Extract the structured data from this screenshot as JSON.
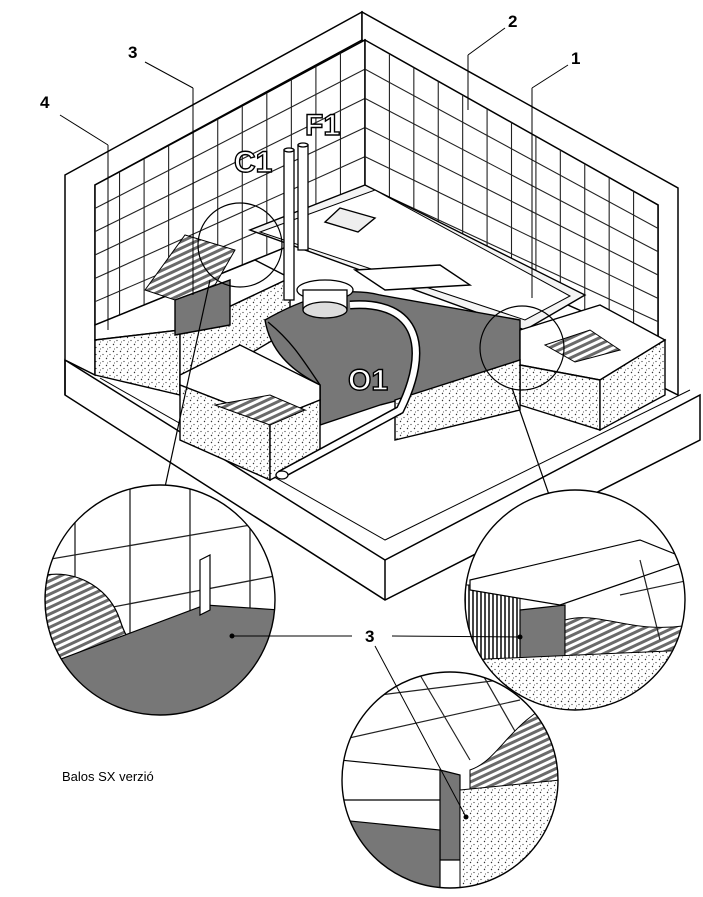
{
  "labels": {
    "callout_1": "1",
    "callout_2": "2",
    "callout_3": "3",
    "callout_4": "4",
    "callout_3_detail": "3",
    "pipe_c1": "C1",
    "pipe_f1": "F1",
    "drain_o1": "O1"
  },
  "caption": "Balos SX verzió",
  "colors": {
    "membrane": "#777777",
    "screed_dots": "#333333",
    "tile_lines": "#222222",
    "outline": "#000000"
  }
}
